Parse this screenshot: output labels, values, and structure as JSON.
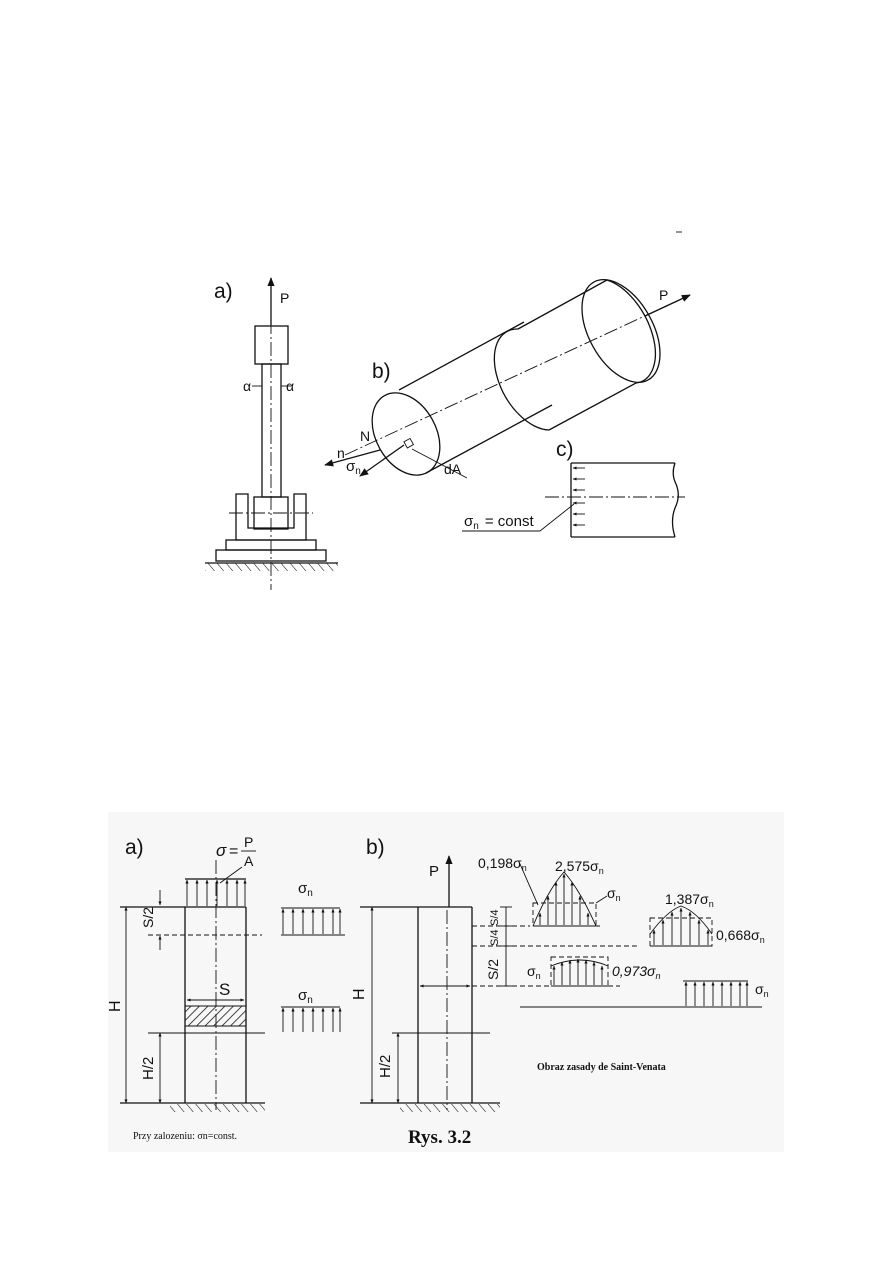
{
  "figure1": {
    "a": {
      "label": "a)",
      "force": "P",
      "angle_left": "α",
      "angle_right": "α"
    },
    "b": {
      "label": "b)",
      "force": "P",
      "normal": "n",
      "resultant": "N",
      "stress_sym": "σ",
      "stress_sub": "n",
      "area": "dA"
    },
    "c": {
      "label": "c)",
      "stress_sym": "σ",
      "stress_sub": "n",
      "caption": "= const"
    }
  },
  "figure2": {
    "a": {
      "label": "a)",
      "sigma": "σ",
      "eq": "=",
      "numerator": "P",
      "denominator": "A",
      "stress_sym": "σ",
      "stress_sub": "n",
      "dim_s_half": "S/2",
      "dim_s": "S",
      "dim_h": "H",
      "dim_h_half": "H/2"
    },
    "b": {
      "label": "b)",
      "force": "P",
      "dim_h": "H",
      "dim_h_half": "H/2",
      "dim_s_half": "S/2",
      "dim_s_quarter": "S/4",
      "stress_sym": "σ",
      "stress_sub": "n",
      "coef_0198": "0,198",
      "coef_2575": "2,575",
      "coef_1387": "1,387",
      "coef_0668": "0,668",
      "coef_0973": "0,973"
    },
    "caption_left": "Przy zalozeniu: σn=const.",
    "caption_center": "Rys. 3.2",
    "caption_right": "Obraz zasady de Saint-Venata"
  }
}
